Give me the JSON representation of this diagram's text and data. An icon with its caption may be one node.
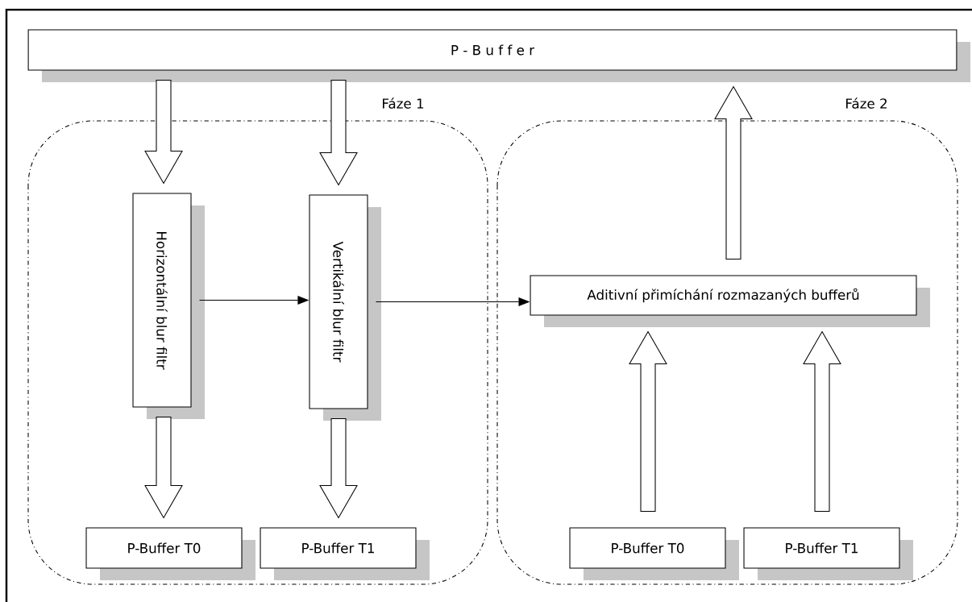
{
  "diagram": {
    "nodes": [
      {
        "text": [
          "P - B u f f e r"
        ]
      },
      {
        "text": [
          "Fáze 1"
        ]
      },
      {
        "text": [
          "Fáze 2"
        ]
      },
      {
        "text": [
          "Horizontální blur filtr"
        ],
        "in": 1
      },
      {
        "text": [
          "Vertikální blur filtr"
        ],
        "in": 1
      },
      {
        "text": [
          "P-Buffer T0"
        ],
        "in": 1
      },
      {
        "text": [
          "P-Buffer T1"
        ],
        "in": 1
      },
      {
        "text": [
          "Aditivní přimíchání rozmazaných bufferů"
        ],
        "in": 2
      },
      {
        "text": [
          "P-Buffer T0"
        ],
        "in": 2
      },
      {
        "text": [
          "P-Buffer T1"
        ],
        "in": 2
      }
    ],
    "edges": [
      {
        "from": 0,
        "to": 3,
        "arrow": "to",
        "style": "thick"
      },
      {
        "from": 0,
        "to": 4,
        "arrow": "to",
        "style": "thick"
      },
      {
        "from": 3,
        "to": 4,
        "arrow": "to"
      },
      {
        "from": 3,
        "to": 5,
        "arrow": "to",
        "style": "thick"
      },
      {
        "from": 4,
        "to": 6,
        "arrow": "to",
        "style": "thick"
      },
      {
        "from": 4,
        "to": 7,
        "arrow": "to"
      },
      {
        "from": 8,
        "to": 7,
        "arrow": "to",
        "style": "thick"
      },
      {
        "from": 9,
        "to": 7,
        "arrow": "to",
        "style": "thick"
      },
      {
        "from": 7,
        "to": 0,
        "arrow": "to",
        "style": "thick"
      }
    ]
  }
}
